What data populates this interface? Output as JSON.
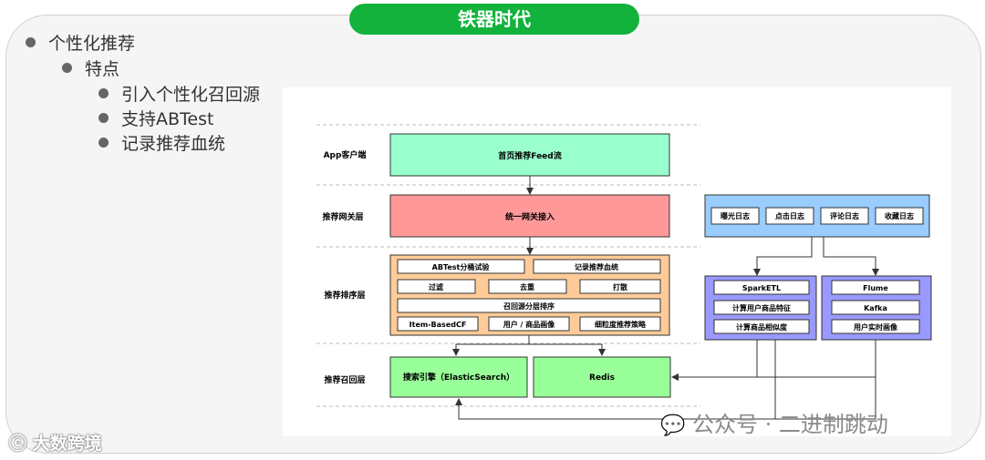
{
  "title": "铁器时代",
  "bullets": {
    "l1": "个性化推荐",
    "l2": "特点",
    "l3": [
      "引入个性化召回源",
      "支持ABTest",
      "记录推荐血统"
    ]
  },
  "diagram": {
    "layers": [
      "App客户端",
      "推荐网关层",
      "推荐排序层",
      "推荐召回层"
    ],
    "feed_box": "首页推荐Feed流",
    "gateway_box": "统一网关接入",
    "sort_items": [
      "ABTest分桶试验",
      "记录推荐血统",
      "过滤",
      "去重",
      "打散",
      "召回源分层排序",
      "Item-BasedCF",
      "用户 / 商品画像",
      "细粒度推荐策略"
    ],
    "recall_search": "搜索引擎（ElasticSearch）",
    "recall_redis": "Redis",
    "logs": [
      "曝光日志",
      "点击日志",
      "评论日志",
      "收藏日志"
    ],
    "spark_items": [
      "SparkETL",
      "计算用户商品特征",
      "计算商品相似度"
    ],
    "flume_items": [
      "Flume",
      "Kafka",
      "用户实时画像"
    ]
  },
  "watermark_left": "大数跨境",
  "watermark_right": "公众号 · 二进制跳动",
  "colors": {
    "title_green": "#12b23c",
    "feed_green": "#99ffcc",
    "gateway_red": "#ff9999",
    "sort_orange": "#ffcc99",
    "recall_green": "#99ff99",
    "log_blue": "#99ccff",
    "compute_purple": "#9999ff"
  }
}
